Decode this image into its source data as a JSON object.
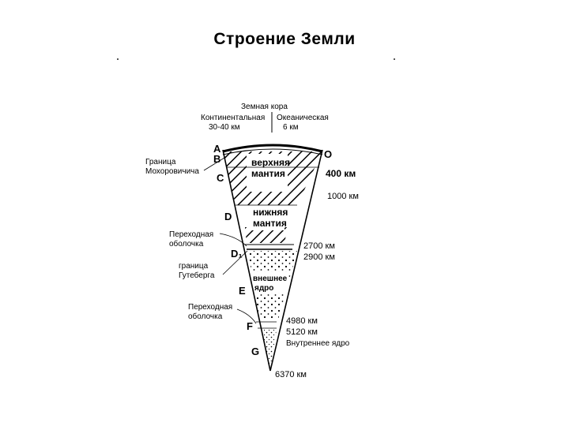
{
  "title": "Строение Земли",
  "crust": {
    "label": "Земная кора",
    "continental": "Континентальная",
    "continental_depth": "30-40 км",
    "oceanic": "Океаническая",
    "oceanic_depth": "6 км"
  },
  "zones": {
    "upper_mantle": [
      "верхняя",
      "мантия"
    ],
    "lower_mantle": [
      "нижняя",
      "мантия"
    ],
    "outer_core": [
      "внешнее",
      "ядро"
    ],
    "inner_core": "Внутреннее ядро"
  },
  "left_labels": {
    "moho": [
      "Граница",
      "Мохоровичича"
    ],
    "transition1": [
      "Переходная",
      "оболочка"
    ],
    "gutenberg": [
      "граница",
      "Гутеберга"
    ],
    "transition2": [
      "Переходная",
      "оболочка"
    ]
  },
  "layer_letters": [
    "A",
    "B",
    "C",
    "D",
    "D₁",
    "E",
    "F",
    "G",
    "O"
  ],
  "depths": [
    "400 км",
    "1000 км",
    "2700 км",
    "2900 км",
    "4980 км",
    "5120 км",
    "6370 км"
  ],
  "colors": {
    "ink": "#000000",
    "background": "#ffffff"
  }
}
